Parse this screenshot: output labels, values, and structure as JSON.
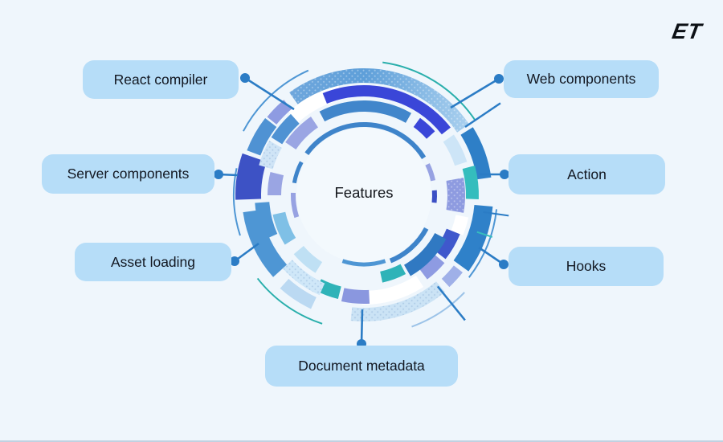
{
  "logo": {
    "text": "ET"
  },
  "diagram": {
    "center_label": "Features",
    "nodes": [
      {
        "id": "react-compiler",
        "label": "React compiler"
      },
      {
        "id": "web-components",
        "label": "Web components"
      },
      {
        "id": "server-components",
        "label": "Server components"
      },
      {
        "id": "action",
        "label": "Action"
      },
      {
        "id": "asset-loading",
        "label": "Asset loading"
      },
      {
        "id": "hooks",
        "label": "Hooks"
      },
      {
        "id": "document-metadata",
        "label": "Document metadata"
      }
    ]
  },
  "colors": {
    "background": "#eff6fc",
    "node_fill": "#b6ddf8",
    "node_text": "#121721",
    "connector": "#2b7cc5",
    "ring_strong_blue": "#2e7fc7",
    "ring_royal": "#3a46d8",
    "ring_teal": "#2fb3b8",
    "ring_periwinkle": "#8e9be2",
    "ring_pale": "#cbe3f5",
    "ring_indigo": "#3d52c5"
  }
}
